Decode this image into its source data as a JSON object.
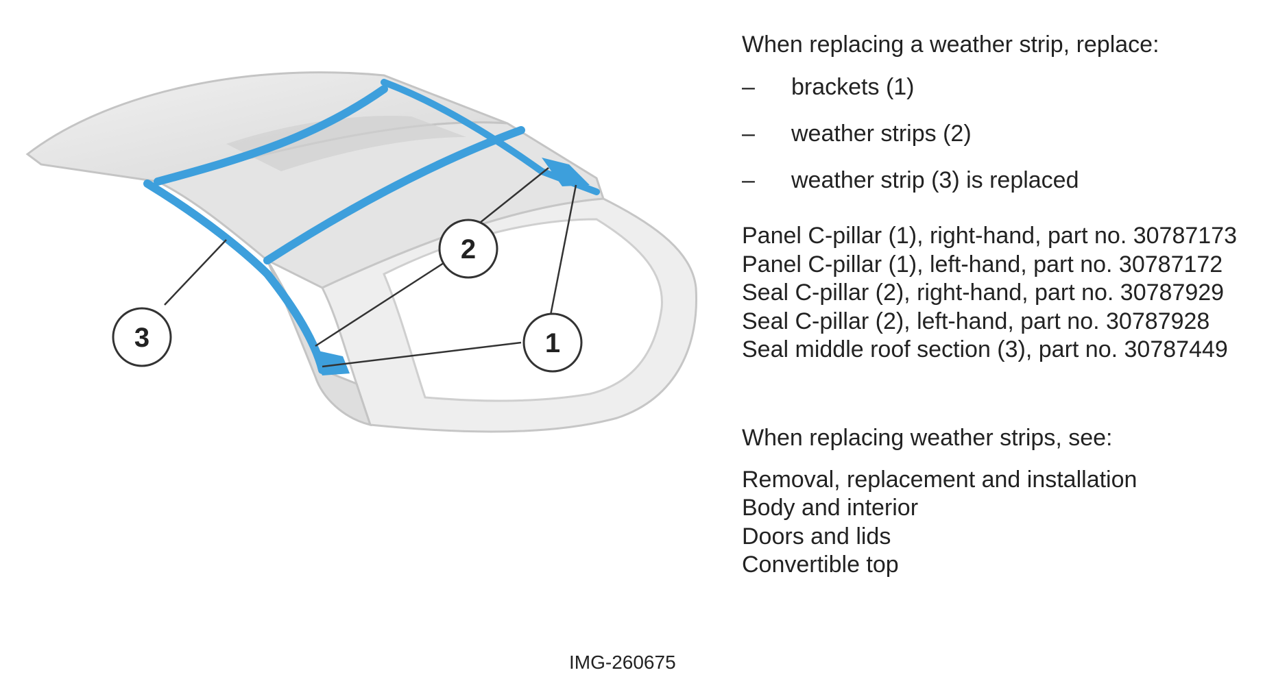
{
  "intro": "When replacing a weather strip, replace:",
  "bullets": [
    {
      "dash": "–",
      "text": "brackets (1)"
    },
    {
      "dash": "–",
      "text": "weather strips (2)"
    },
    {
      "dash": "–",
      "text": "weather strip (3) is replaced"
    }
  ],
  "parts": [
    "Panel C-pillar (1), right-hand, part no. 30787173",
    "Panel C-pillar (1), left-hand, part no. 30787172",
    "Seal C-pillar (2), right-hand, part no. 30787929",
    "Seal C-pillar (2), left-hand, part no. 30787928",
    "Seal middle roof section (3), part no. 30787449"
  ],
  "see_heading": "When replacing weather strips, see:",
  "see_items": [
    "Removal, replacement and installation",
    "Body and interior",
    "Doors and lids",
    "Convertible top"
  ],
  "callouts": {
    "one": "1",
    "two": "2",
    "three": "3"
  },
  "image_id": "IMG-260675",
  "colors": {
    "seal_blue": "#3d9fdc",
    "roof_grey": "#dcdcdc",
    "text": "#222222"
  }
}
